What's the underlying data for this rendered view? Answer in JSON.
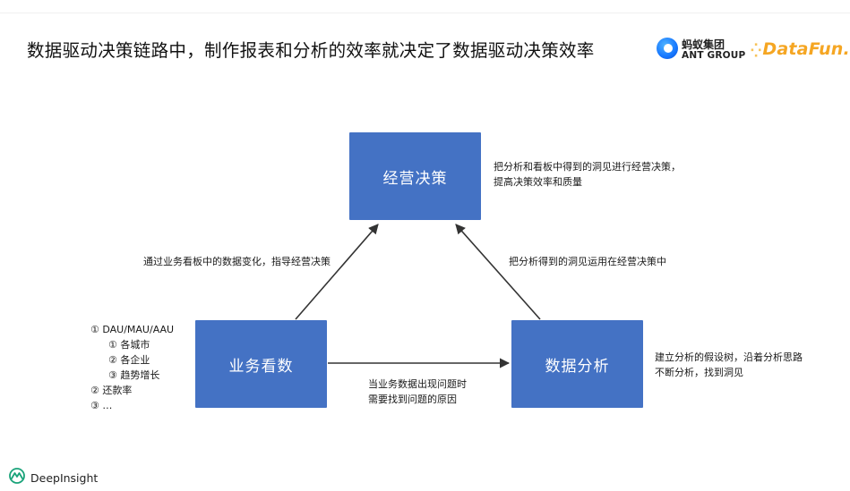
{
  "header": {
    "title": "数据驱动决策链路中，制作报表和分析的效率就决定了数据驱动决策效率",
    "ant_logo": {
      "cn": "蚂蚁集团",
      "en": "ANT GROUP",
      "icon": "ant-group-logo-icon"
    },
    "datafun_logo": {
      "text": "DataFun.",
      "dots": "⁛"
    }
  },
  "diagram": {
    "nodes": {
      "top": "经营决策",
      "left": "业务看数",
      "right": "数据分析"
    },
    "edges": {
      "left_to_top": "通过业务看板中的数据变化，指导经营决策",
      "right_to_top": "把分析得到的洞见运用在经营决策中",
      "left_to_right": [
        "当业务数据出现问题时",
        "需要找到问题的原因"
      ]
    },
    "notes": {
      "top": [
        "把分析和看板中得到的洞见进行经营决策，",
        "提高决策效率和质量"
      ],
      "right": [
        "建立分析的假设树，沿着分析思路",
        "不断分析，找到洞见"
      ]
    },
    "metrics": {
      "items": [
        {
          "label": "① DAU/MAU/AAU",
          "sub": [
            "① 各城市",
            "② 各企业",
            "③ 趋势增长"
          ]
        },
        {
          "label": "② 还款率",
          "sub": []
        },
        {
          "label": "③ …",
          "sub": []
        }
      ]
    },
    "colors": {
      "box": "#4472c4",
      "arrow": "#333333"
    }
  },
  "footer": {
    "brand": "DeepInsight",
    "icon": "deepinsight-logo-icon"
  }
}
